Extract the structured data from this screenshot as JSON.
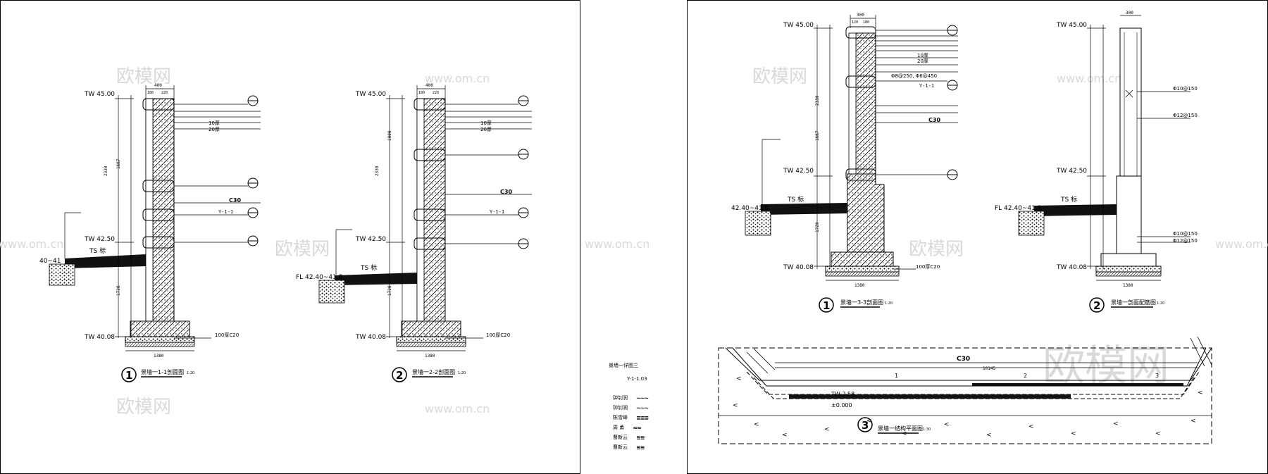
{
  "left_sheet": {
    "section1": {
      "top_level": "TW 45.00",
      "mid_level": "TW 42.50",
      "ts_label": "TS 标",
      "side_level": "40~41",
      "bottom_level": "TW 40.08",
      "top_dim": "400",
      "top_subdims": [
        "180",
        "220"
      ],
      "left_dims": [
        "1667",
        "2330",
        "1720"
      ],
      "concrete_note": "C30",
      "base_note": "100厚C20",
      "base_dim": "1380",
      "badge": "1",
      "title": "景墙一1-1剖面图",
      "scale": "1:20",
      "callout_code": "Y-1-1",
      "callout_small": [
        "10厚",
        "20厚"
      ]
    },
    "section2": {
      "top_level": "TW 45.00",
      "mid_level": "TW 42.50",
      "ts_label": "TS 标",
      "side_level": "FL 42.40~41.8",
      "bottom_level": "TW 40.08",
      "top_dim": "400",
      "top_subdims": [
        "180",
        "220"
      ],
      "left_dims": [
        "1000",
        "2330",
        "1720"
      ],
      "concrete_note": "C30",
      "base_note": "100厚C20",
      "base_dim": "1380",
      "badge": "2",
      "title": "景墙一2-2剖面图",
      "scale": "1:20",
      "callout_code": "Y-1-1",
      "callout_small": [
        "10厚",
        "20厚"
      ]
    }
  },
  "legend": {
    "title": "景墙一详图三",
    "code": "Y-1-1.03",
    "rows": [
      {
        "label": "钟钊润",
        "symbol": "~~~"
      },
      {
        "label": "钟钊润",
        "symbol": "~~~"
      },
      {
        "label": "陈雪峰",
        "symbol": "≡≡≡"
      },
      {
        "label": "周 勇",
        "symbol": "≈≈"
      },
      {
        "label": "曹新云",
        "symbol": "≋≋"
      },
      {
        "label": "曹新云",
        "symbol": "≋≋"
      }
    ]
  },
  "right_sheet": {
    "section3": {
      "top_level": "TW 45.00",
      "mid_level": "TW 42.50",
      "ts_label": "TS 标",
      "side_level": "42.40~41.8",
      "bottom_level": "TW 40.08",
      "top_dim": "300",
      "top_subdims": [
        "120",
        "180"
      ],
      "left_dims": [
        "2330",
        "1667",
        "1720"
      ],
      "concrete_note": "C30",
      "base_note": "100厚C20",
      "base_dim": "1380",
      "rebar_note": "Φ8@250, Φ6@450",
      "badge": "1",
      "title": "景墙一3-3剖面图",
      "scale": "1:20",
      "callout_code": "Y-1-1",
      "callout_small": [
        "10厚",
        "20厚"
      ]
    },
    "section4": {
      "top_level": "TW 45.00",
      "mid_level": "TW 42.50",
      "ts_label": "TS 标",
      "side_level": "FL 42.40~41.8",
      "bottom_level": "TW 40.08",
      "top_dim": "300",
      "rebar_labels": [
        "Φ10@150",
        "Φ12@150",
        "Φ10@150",
        "Φ12@150"
      ],
      "base_dim": "1380",
      "badge": "2",
      "title": "景墙一剖面配筋图",
      "scale": "1:20"
    },
    "plan": {
      "concrete_note": "C30",
      "dim_label": "10145",
      "level_label": "TW 2.58",
      "datum_label": "±0.000",
      "axis_marks": [
        "1",
        "2",
        "3"
      ],
      "badge": "3",
      "title": "景墙一结构平面图",
      "scale": "1:30"
    }
  },
  "watermarks": {
    "cn": "欧模网",
    "url": "www.om.cn"
  }
}
